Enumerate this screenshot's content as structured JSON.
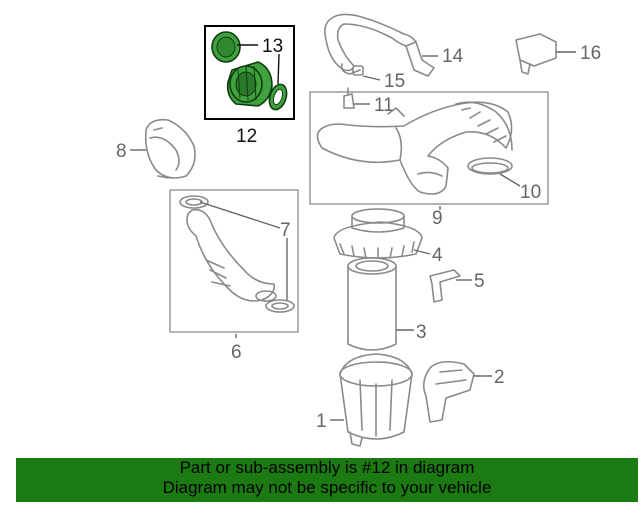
{
  "callouts": {
    "c1": "1",
    "c2": "2",
    "c3": "3",
    "c4": "4",
    "c5": "5",
    "c6": "6",
    "c7": "7",
    "c8": "8",
    "c9": "9",
    "c10": "10",
    "c11": "11",
    "c12": "12",
    "c13": "13",
    "c14": "14",
    "c15": "15",
    "c16": "16"
  },
  "banner": {
    "line1": "Part or sub-assembly is #12 in diagram",
    "line2": "Diagram may not be specific to your vehicle"
  },
  "colors": {
    "highlight_green": "#3fa23f",
    "banner_green": "#1c7a12",
    "line_gray": "#8a8a8a"
  }
}
